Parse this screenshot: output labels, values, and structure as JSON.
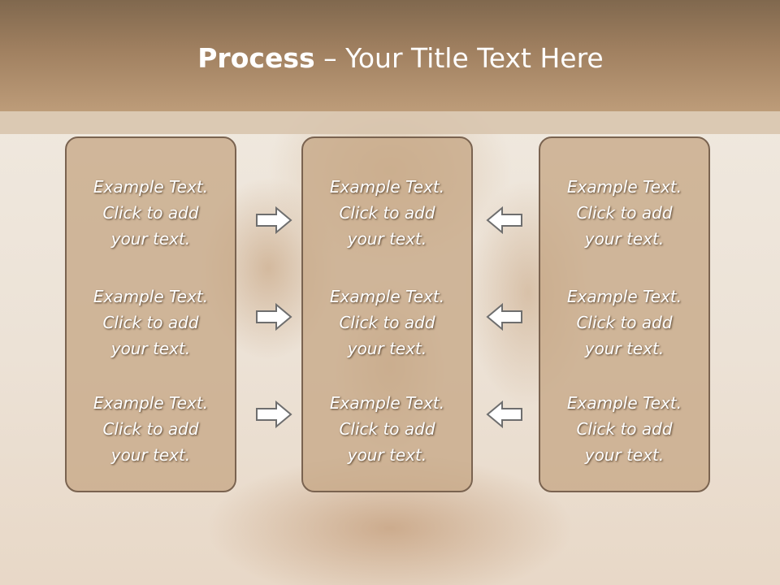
{
  "slide": {
    "title_bold": "Process",
    "title_rest": " – Your Title Text Here"
  },
  "columns": [
    {
      "items": [
        {
          "text": "Example Text.\nClick  to add\nyour text."
        },
        {
          "text": "Example Text.\nClick  to add\nyour text."
        },
        {
          "text": "Example Text.\nClick  to add\nyour text."
        }
      ]
    },
    {
      "items": [
        {
          "text": "Example Text.\nClick  to add\nyour text."
        },
        {
          "text": "Example Text.\nClick  to add\nyour text."
        },
        {
          "text": "Example Text.\nClick  to add\nyour text."
        }
      ]
    },
    {
      "items": [
        {
          "text": "Example Text.\nClick  to add\nyour text."
        },
        {
          "text": "Example Text.\nClick  to add\nyour text."
        },
        {
          "text": "Example Text.\nClick  to add\nyour text."
        }
      ]
    }
  ],
  "arrows": {
    "left_group": [
      "right-arrow-icon",
      "right-arrow-icon",
      "right-arrow-icon"
    ],
    "right_group": [
      "left-arrow-icon",
      "left-arrow-icon",
      "left-arrow-icon"
    ]
  },
  "colors": {
    "header_top": "#80684e",
    "header_bottom": "#bd9c79",
    "box_fill": "#c6a887",
    "box_border": "#7a6350",
    "arrow_fill": "#ffffff",
    "arrow_stroke": "#6e6e6e"
  }
}
